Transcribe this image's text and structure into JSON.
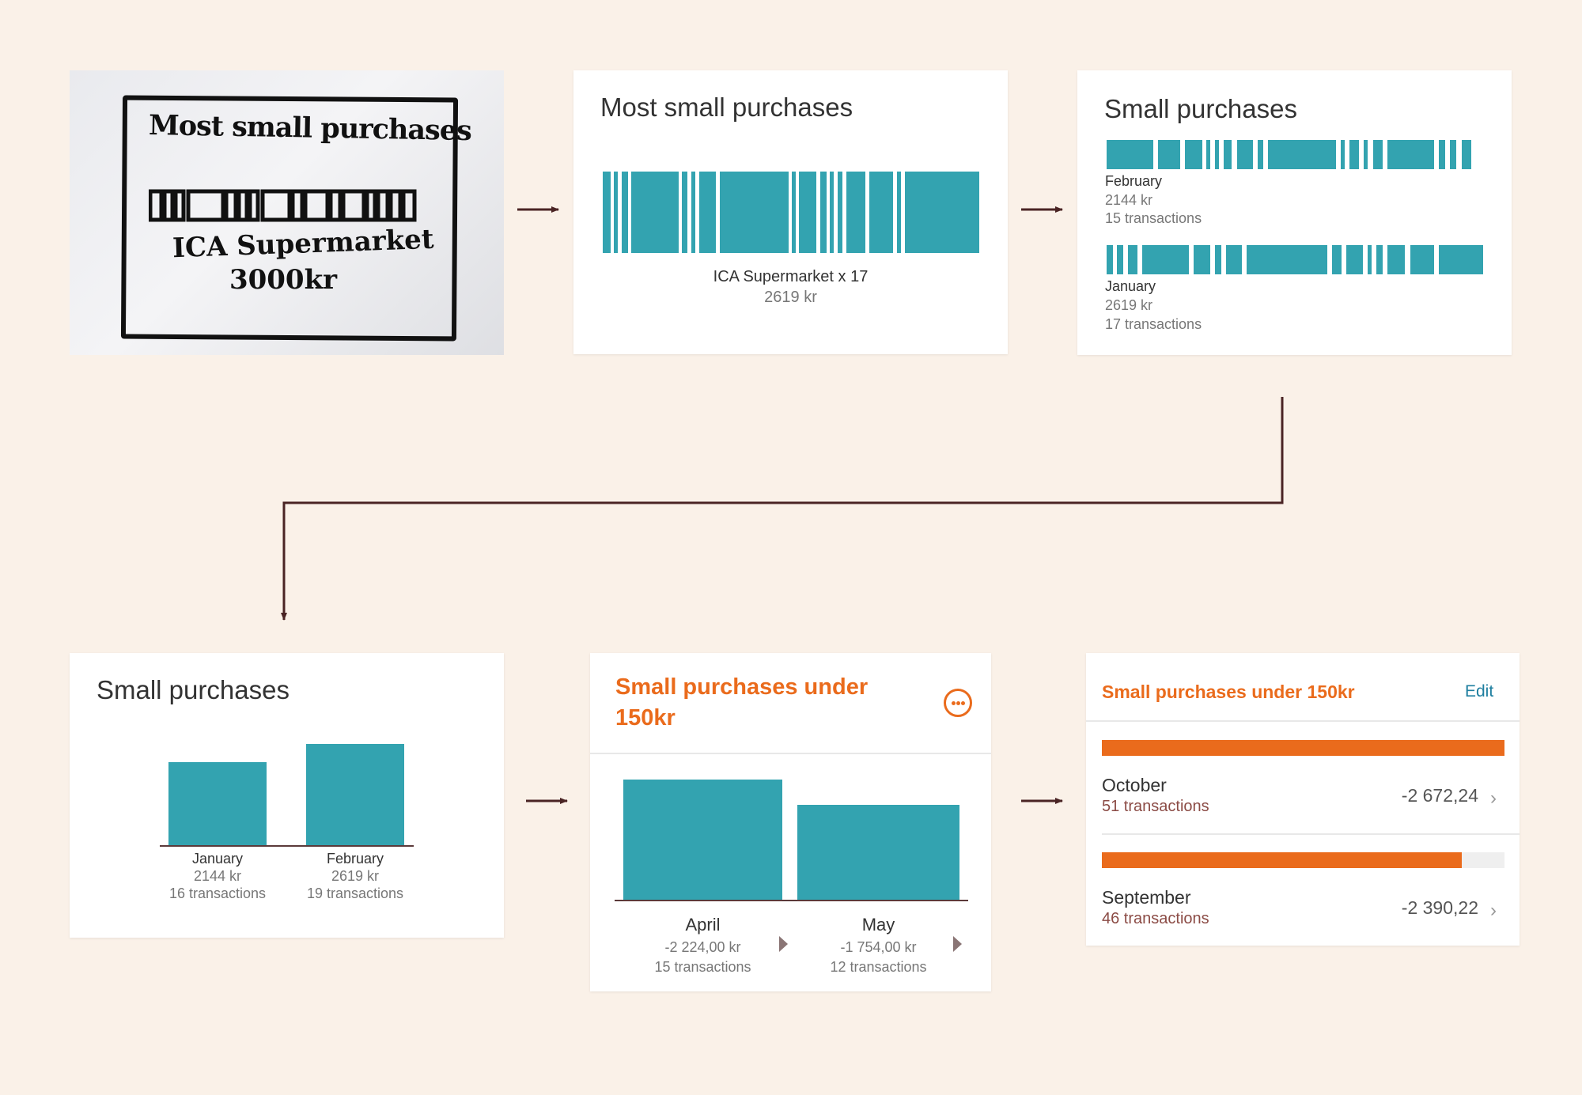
{
  "sketch": {
    "title": "Most small purchases",
    "merchant": "ICA Supermarket",
    "amount": "3000kr"
  },
  "card1": {
    "title": "Most small purchases",
    "merchant": "ICA Supermarket x 17",
    "amount": "2619 kr"
  },
  "card2": {
    "title": "Small purchases",
    "months": [
      {
        "name": "February",
        "amount": "2144 kr",
        "transactions": "15 transactions"
      },
      {
        "name": "January",
        "amount": "2619 kr",
        "transactions": "17 transactions"
      }
    ]
  },
  "card3": {
    "title": "Small purchases",
    "months": [
      {
        "name": "January",
        "amount": "2144 kr",
        "transactions": "16 transactions",
        "value": 2144
      },
      {
        "name": "February",
        "amount": "2619 kr",
        "transactions": "19 transactions",
        "value": 2619
      }
    ]
  },
  "card4": {
    "title": "Small purchases under 150kr",
    "more_icon": "ellipsis-circle-icon",
    "months": [
      {
        "name": "April",
        "amount": "-2 224,00 kr",
        "transactions": "15 transactions",
        "value": 2224
      },
      {
        "name": "May",
        "amount": "-1 754,00 kr",
        "transactions": "12 transactions",
        "value": 1754
      }
    ]
  },
  "card5": {
    "title": "Small purchases under 150kr",
    "edit_label": "Edit",
    "rows": [
      {
        "name": "October",
        "transactions": "51 transactions",
        "amount": "-2 672,24",
        "value": 2672.24
      },
      {
        "name": "September",
        "transactions": "46 transactions",
        "amount": "-2 390,22",
        "value": 2390.22
      }
    ]
  },
  "colors": {
    "background": "#faf1e8",
    "teal": "#33a3b0",
    "orange": "#ea6b1c",
    "arrow": "#4a2424",
    "link": "#1f7fa0"
  }
}
